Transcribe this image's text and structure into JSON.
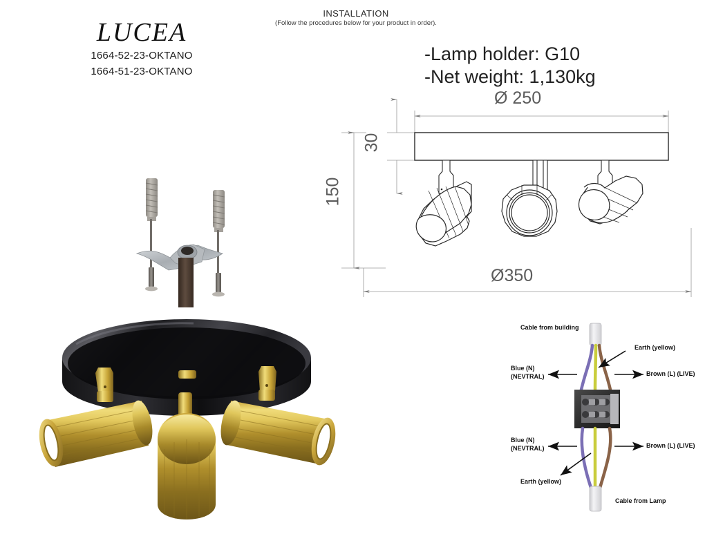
{
  "header": {
    "title": "INSTALLATION",
    "subtitle": "(Follow the procedures below for your product in order)."
  },
  "brand": {
    "name": "LUCEA",
    "codes": [
      "1664-52-23-OKTANO",
      "1664-51-23-OKTANO"
    ]
  },
  "specs": {
    "lamp_holder": "-Lamp holder: G10",
    "net_weight": "-Net weight: 1,130kg"
  },
  "dimensions": {
    "plate_diameter": "Ø 250",
    "plate_thickness": "30",
    "drop_height": "150",
    "overall_diameter": "Ø350"
  },
  "wiring": {
    "top": {
      "source": "Cable from building",
      "earth": "Earth (yellow)",
      "neutral_line1": "Blue (N)",
      "neutral_line2": "(NEVTRAL)",
      "live": "Brown (L) (LIVE)"
    },
    "bottom": {
      "source": "Cable from Lamp",
      "earth": "Earth (yellow)",
      "neutral_line1": "Blue (N)",
      "neutral_line2": "(NEVTRAL)",
      "live": "Brown (L) (LIVE)"
    },
    "colors": {
      "neutral": "#7b6fb5",
      "earth": "#c9cd3c",
      "live": "#8a6348",
      "sheath": "#e8e8ea",
      "terminal_block": "#3b3b3b"
    }
  },
  "product": {
    "base_color": "#1a1a1a",
    "spot_color": "#d4af37",
    "spot_count": 3
  },
  "hardware": {
    "plug_color": "#b0aca6",
    "screw_color": "#6e6a66",
    "bracket_color": "#b8bcc0",
    "rod_color": "#4a3b32"
  }
}
